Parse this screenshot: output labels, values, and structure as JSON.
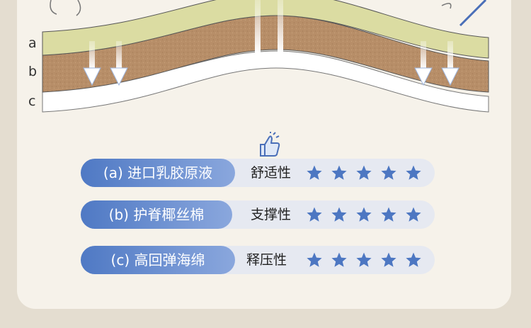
{
  "layers": [
    {
      "label": "a",
      "color": "#dbdca2"
    },
    {
      "label": "b",
      "color": "#b78e68"
    },
    {
      "label": "c",
      "color": "#ffffff"
    }
  ],
  "ratings": [
    {
      "name": "(a) 进口乳胶原液",
      "metric": "舒适性",
      "stars": 5
    },
    {
      "name": "(b) 护脊椰丝棉",
      "metric": "支撑性",
      "stars": 5
    },
    {
      "name": "(c) 高回弹海绵",
      "metric": "释压性",
      "stars": 5
    }
  ],
  "icons": {
    "thumb": "thumbs-up-icon",
    "arrow": "down-arrow-icon",
    "star": "star-icon"
  },
  "colors": {
    "accent": "#4f79c4",
    "star": "#4d77c2",
    "track": "#e6e9f1",
    "background": "#f6f2ea"
  }
}
